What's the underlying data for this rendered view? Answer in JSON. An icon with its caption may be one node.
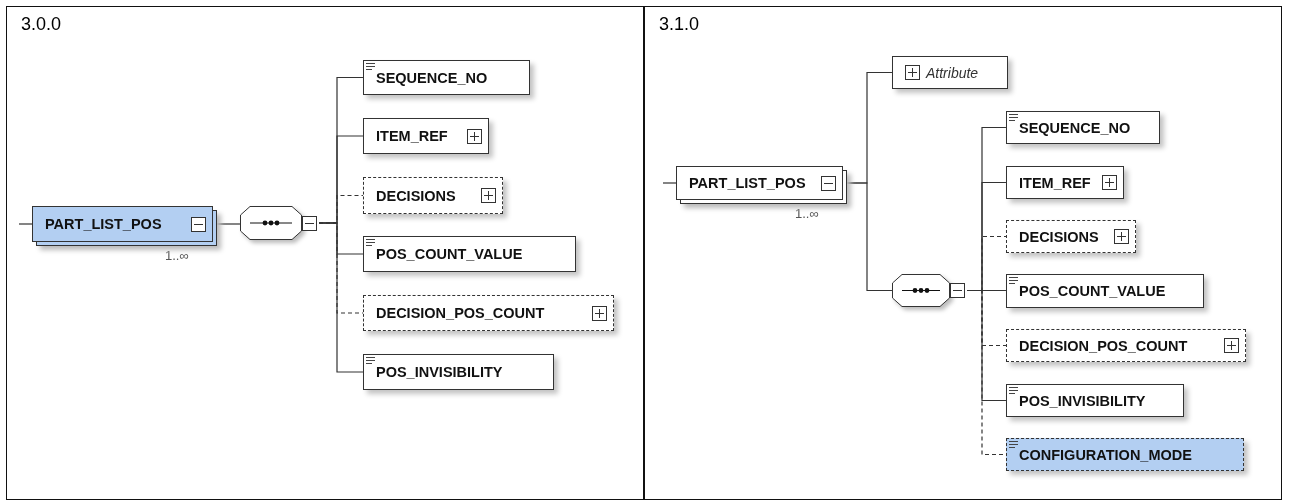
{
  "diagram": {
    "nodes": [
      {
        "text": [
          "3.0.0"
        ]
      },
      {
        "text": [
          "PART_LIST_POS"
        ],
        "in": 0,
        "beside": [
          "1..∞"
        ]
      },
      {
        "text": [],
        "shape": "octagon",
        "in": 0
      },
      {
        "text": [
          "SEQUENCE_NO"
        ],
        "in": 0
      },
      {
        "text": [
          "ITEM_REF"
        ],
        "in": 0
      },
      {
        "text": [
          "DECISIONS"
        ],
        "in": 0
      },
      {
        "text": [
          "POS_COUNT_VALUE"
        ],
        "in": 0
      },
      {
        "text": [
          "DECISION_POS_COUNT"
        ],
        "in": 0
      },
      {
        "text": [
          "POS_INVISIBILITY"
        ],
        "in": 0
      },
      {
        "text": [
          "3.1.0"
        ]
      },
      {
        "text": [
          "PART_LIST_POS"
        ],
        "in": 9,
        "beside": [
          "1..∞"
        ]
      },
      {
        "text": [
          "Attribute"
        ],
        "in": 9
      },
      {
        "text": [],
        "shape": "octagon",
        "in": 9
      },
      {
        "text": [
          "SEQUENCE_NO"
        ],
        "in": 9
      },
      {
        "text": [
          "ITEM_REF"
        ],
        "in": 9
      },
      {
        "text": [
          "DECISIONS"
        ],
        "in": 9
      },
      {
        "text": [
          "POS_COUNT_VALUE"
        ],
        "in": 9
      },
      {
        "text": [
          "DECISION_POS_COUNT"
        ],
        "in": 9
      },
      {
        "text": [
          "POS_INVISIBILITY"
        ],
        "in": 9
      },
      {
        "text": [
          "CONFIGURATION_MODE"
        ],
        "in": 9
      }
    ],
    "edges": [
      {
        "from": null,
        "to": 1,
        "arrow": "none"
      },
      {
        "from": 1,
        "to": 2,
        "arrow": "none"
      },
      {
        "from": 2,
        "to": 3,
        "arrow": "none"
      },
      {
        "from": 2,
        "to": 4,
        "arrow": "none"
      },
      {
        "from": 2,
        "to": 5,
        "arrow": "none",
        "style": "dashed"
      },
      {
        "from": 2,
        "to": 6,
        "arrow": "none"
      },
      {
        "from": 2,
        "to": 7,
        "arrow": "none",
        "style": "dashed"
      },
      {
        "from": 2,
        "to": 8,
        "arrow": "none"
      },
      {
        "from": null,
        "to": 10,
        "arrow": "none"
      },
      {
        "from": 10,
        "to": 11,
        "arrow": "none"
      },
      {
        "from": 10,
        "to": 12,
        "arrow": "none"
      },
      {
        "from": 12,
        "to": 13,
        "arrow": "none"
      },
      {
        "from": 12,
        "to": 14,
        "arrow": "none"
      },
      {
        "from": 12,
        "to": 15,
        "arrow": "none",
        "style": "dashed"
      },
      {
        "from": 12,
        "to": 16,
        "arrow": "none"
      },
      {
        "from": 12,
        "to": 17,
        "arrow": "none",
        "style": "dashed"
      },
      {
        "from": 12,
        "to": 18,
        "arrow": "none"
      },
      {
        "from": 12,
        "to": 19,
        "arrow": "none",
        "style": "dashed"
      }
    ]
  }
}
